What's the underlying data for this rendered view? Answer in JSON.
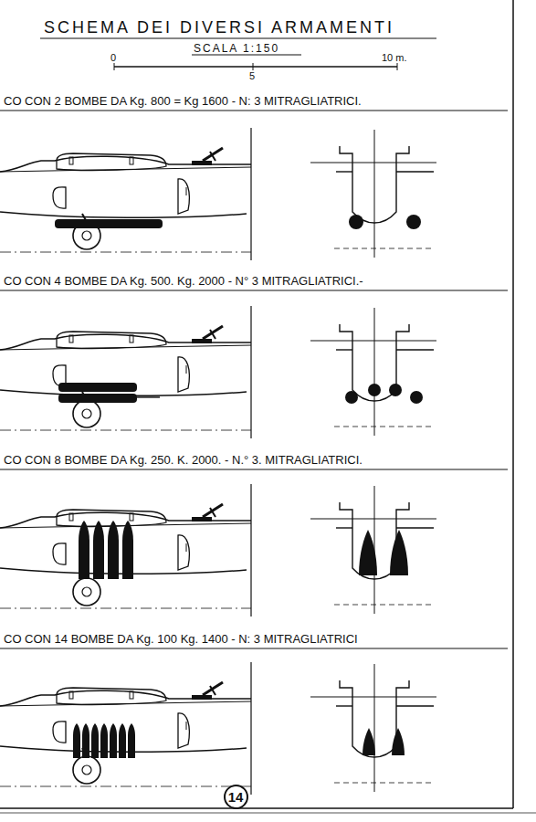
{
  "diagram": {
    "title": "SCHEMA DEI DIVERSI ARMAMENTI",
    "nodes": [
      {
        "text": [
          "14"
        ]
      }
    ],
    "labels": [
      "SCALA 1:150",
      "0",
      "5",
      "10 m.",
      "CO CON 2 BOMBE DA Kg. 800 = Kg 1600 - N: 3 MITRAGLIATRICI.",
      "CO CON 4 BOMBE DA Kg. 500. Kg. 2000 - N° 3 MITRAGLIATRICI.-",
      "CO CON 8 BOMBE DA Kg. 250. K. 2000. - N.° 3. MITRAGLIATRICI.",
      "CO CON 14 BOMBE DA Kg. 100 Kg. 1400 - N: 3 MITRAGLIATRICI"
    ]
  }
}
